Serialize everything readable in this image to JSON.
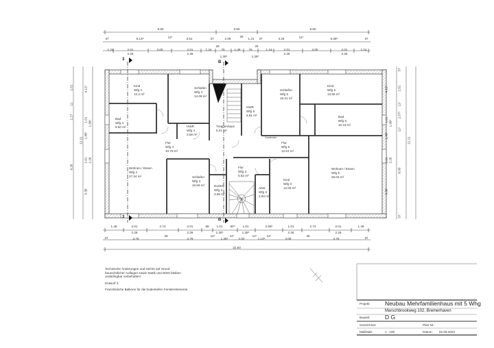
{
  "dims": {
    "top_overall": [
      "9.50",
      "3.50",
      "9.50"
    ],
    "top_row2": [
      "37",
      "5.13⁵",
      "11⁵",
      "3.51",
      "37",
      "2.09",
      "26",
      "1.21",
      "37",
      "3.26",
      "11⁵",
      "5.38⁵",
      "37"
    ],
    "top_row3": [
      "1.24",
      "2.01",
      "2.26",
      "3.00",
      "2.01",
      "2.26",
      "1.24",
      "26",
      "76",
      "1.38⁵",
      "1.49",
      "76",
      "26",
      "1.38⁵",
      "1.24",
      "2.01",
      "2.26",
      "3.00",
      "2.01",
      "2.26",
      "1.24"
    ],
    "bottom_row1": [
      "1.49",
      "2.01",
      "2.26",
      "2.74",
      "2.01",
      "2.26",
      "89",
      "1.01",
      "1.38⁵",
      "90⁵",
      "1.01",
      "1.38⁵",
      "2.99⁵",
      "1.01",
      "2.26",
      "2.74",
      "2.01",
      "2.26",
      "1.49"
    ],
    "bottom_row2": [
      "37",
      "4.76",
      "26",
      "3.76",
      "11⁵",
      "1.38⁵",
      "11⁵",
      "2.02",
      "11⁵",
      "1.13⁵",
      "11⁵",
      "3.08",
      "26",
      "4.76",
      "37"
    ],
    "bottom_overall": "22.50",
    "left_outer": [
      "2.51",
      "11",
      "2.27",
      "9.26"
    ],
    "left_total": "12.21",
    "left_inner": [
      "4.12⁵",
      "1.01",
      "1.38⁵",
      "1.48⁵",
      "2.01",
      "2.26",
      "3.38"
    ],
    "right_inner": [
      "4.12⁵",
      "1.01",
      "1.38⁵",
      "1.48⁵",
      "2.01",
      "2.26",
      "3.38"
    ],
    "right_outer": [
      "37",
      "2.51",
      "11⁵",
      "2.57⁵",
      "11⁵",
      "6.00",
      "37"
    ],
    "right_total": "12.21"
  },
  "sections": {
    "a": "3",
    "b": "B"
  },
  "rooms": [
    {
      "name": "Kind",
      "unit": "Wfg 4",
      "area": "12.2 m²"
    },
    {
      "name": "Schlafen",
      "unit": "Wfg 4",
      "area": "14.08 m²"
    },
    {
      "name": "Bad",
      "unit": "Wfg 4",
      "area": "8.50 m²"
    },
    {
      "name": "HWR",
      "unit": "Wfg 4",
      "area": "3.59 m²"
    },
    {
      "name": "Treppenhaus",
      "unit": "",
      "area": "5.41 m²"
    },
    {
      "name": "HWR",
      "unit": "Wfg 5",
      "area": "5.91 m²"
    },
    {
      "name": "Schlafen",
      "unit": "Wfg 5",
      "area": "16.31 m²"
    },
    {
      "name": "Kind",
      "unit": "Wfg 5",
      "area": "13.66 m²"
    },
    {
      "name": "Bad",
      "unit": "Wfg 5",
      "area": "10.16 m²"
    },
    {
      "name": "Flur",
      "unit": "Wfg 4",
      "area": "10.78 m²"
    },
    {
      "name": "Flur",
      "unit": "Wfg 5",
      "area": "12.51 m²"
    },
    {
      "name": "Wohnen / Essen",
      "unit": "Wfg 4",
      "area": "27.34 m²"
    },
    {
      "name": "Schlafen",
      "unit": "Wfg 3",
      "area": "16.56 m²"
    },
    {
      "name": "Du/WC",
      "unit": "Wfg 3",
      "area": "3.58 m²"
    },
    {
      "name": "Flur",
      "unit": "Wfg 3",
      "area": "5.62 m²"
    },
    {
      "name": "Abst",
      "unit": "Wfg 3",
      "area": "2.93 m²"
    },
    {
      "name": "Kind",
      "unit": "Wfg 3",
      "area": "12.06 m²"
    },
    {
      "name": "Wohnen / Essen",
      "unit": "Wfg 5",
      "area": "26.03 m²"
    }
  ],
  "fixtures": {
    "garderobe": "Garderobe"
  },
  "notes": {
    "line1": "Technische Änderungen und solche auf Grund",
    "line2": "baurechtlicher Auflagen sowie Statik und WSN bleiben",
    "line3": "unabdingbar vorbehalten!",
    "draft": "Entwurf 2",
    "balcony": "Französische Balkone für die bodentiefen Fensterelemente"
  },
  "title_block": {
    "project_label": "Projekt:",
    "project": "Neubau Mehrfamilienhaus mit 5 Whg",
    "address": "Marschbrookweg 102, Bremerhaven",
    "part_label": "Bauteil:",
    "part": "D G",
    "drawn_label": "Gezeichnet:",
    "drawn": "",
    "plan_no_label": "Plan Nr.:",
    "plan_no": "",
    "scale_label": "Maßstab:",
    "scale": "1 : 100",
    "date_label": "Datum:",
    "date": "02.08.2023"
  }
}
